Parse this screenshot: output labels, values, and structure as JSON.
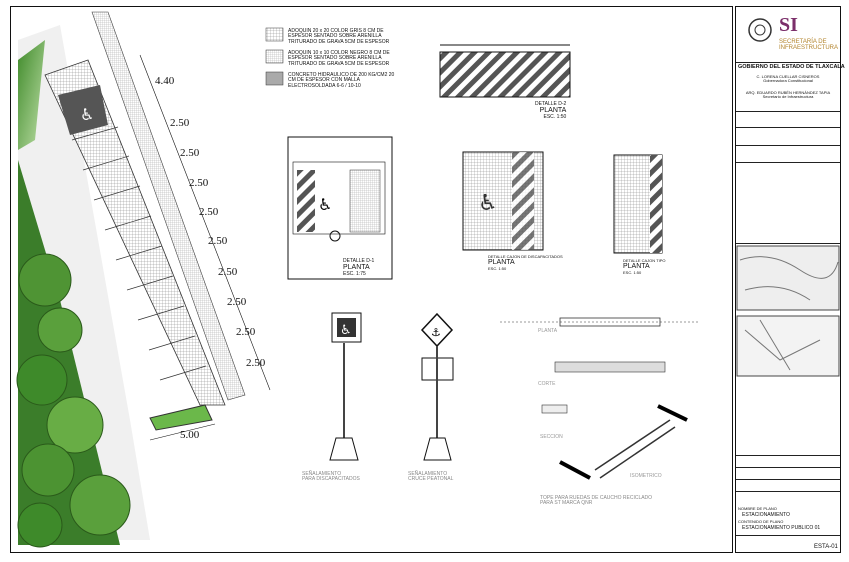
{
  "legend": {
    "item1": [
      "ADOQUIN 20 x 20 COLOR GRIS 8 CM DE",
      "ESPESOR SENTADO SOBRE ARENILLA",
      "TRITURADO DE GRAVA 5CM DE ESPESOR"
    ],
    "item2": [
      "ADOQUIN 10 x 10 COLOR NEGRO 8 CM DE",
      "ESPESOR SENTADO SOBRE ARENILLA",
      "TRITURADO DE GRAVA 5CM DE ESPESOR"
    ],
    "item3": [
      "CONCRETO HIDRAULICO DE 200 KG/CM2 20",
      "CM DE ESPESOR CON MALLA",
      "ELECTROSOLDADA 6-6 / 10-10"
    ]
  },
  "dimensions": [
    "4.40",
    "2.50",
    "2.50",
    "2.50",
    "2.50",
    "2.50",
    "2.50",
    "2.50",
    "2.50",
    "2.50",
    "5.00"
  ],
  "details": {
    "d2": {
      "name": "DETALLE D-2",
      "view": "PLANTA",
      "scale": "ESC. 1:50"
    },
    "d1": {
      "name": "DETALLE D-1",
      "view": "PLANTA",
      "scale": "ESC. 1:75"
    },
    "cajon_disc": {
      "name": "DETALLE CAJON DE DISCAPACITADOS",
      "view": "PLANTA",
      "scale": "ESC. 1:50"
    },
    "cajon_tipo": {
      "name": "DETALLE CAJON TIPO",
      "view": "PLANTA",
      "scale": "ESC. 1:50"
    }
  },
  "signs": {
    "disc": [
      "SEÑALAMIENTO",
      "PARA DISCAPACITADOS"
    ],
    "cruce": [
      "SEÑALAMIENTO",
      "CRUCE PEATONAL"
    ]
  },
  "tope": {
    "planta": "PLANTA",
    "corte": "CORTE",
    "seccion": "SECCION",
    "isometrico": "ISOMETRICO",
    "title": [
      "TOPE PARA RUEDAS DE CAUCHO RECICLADO",
      "PARA ST MARCA QNR"
    ]
  },
  "titleblock": {
    "logo": "SI",
    "dept": [
      "SECRETARÍA DE",
      "INFRAESTRUCTURA"
    ],
    "gov": "GOBIERNO DEL ESTADO DE TLAXCALA",
    "governor": "C. LORENA CUELLAR CISNEROS",
    "governor_role": "Gobernadora Constitucional",
    "secretary": "ARQ. EDUARDO RUBÉN HERNÁNDEZ TAPIA",
    "secretary_role": "Secretario de Infraestructura",
    "plano_label": "NOMBRE DE PLANO",
    "plano": "ESTACIONAMIENTO",
    "contenido_label": "CONTENIDO DE PLANO",
    "contenido": "ESTACIONAMIENTO PUBLICO 01",
    "clave": "ESTA-01"
  }
}
